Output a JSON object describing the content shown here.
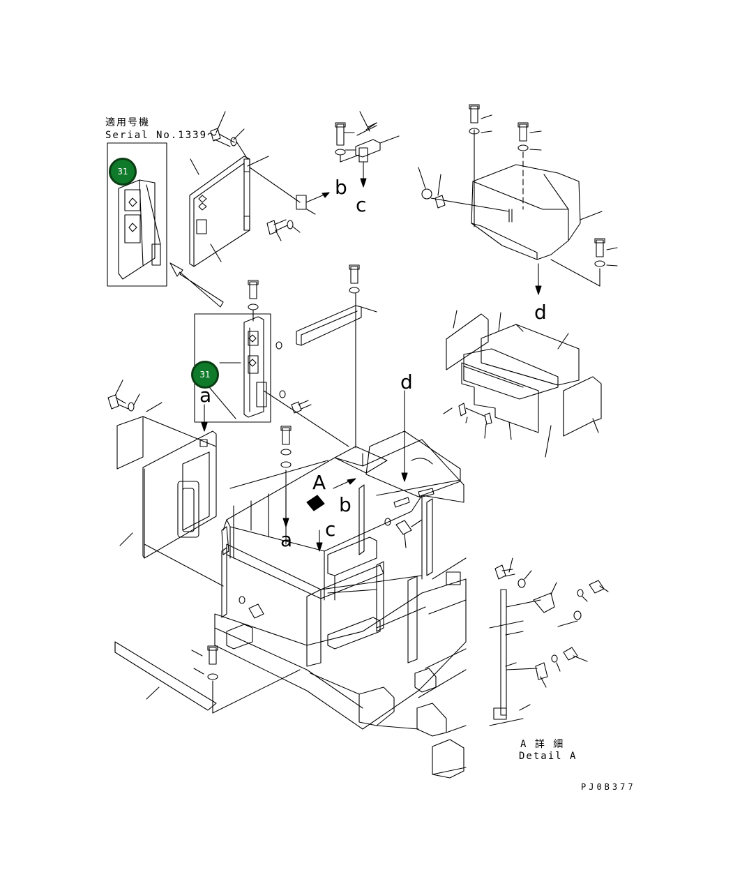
{
  "serial": {
    "jp": "適用号機",
    "en": "Serial No.1339～"
  },
  "badges": [
    "31",
    "31"
  ],
  "letters": {
    "b_top": "b",
    "c_top": "c",
    "d_top": "d",
    "d_mid": "d",
    "a_mid": "a",
    "A_main": "A",
    "b_main": "b",
    "a_main": "a",
    "c_main": "c"
  },
  "detail": {
    "jp": "A 詳 細",
    "en": "Detail A"
  },
  "drawing_code": "PJ0B377"
}
